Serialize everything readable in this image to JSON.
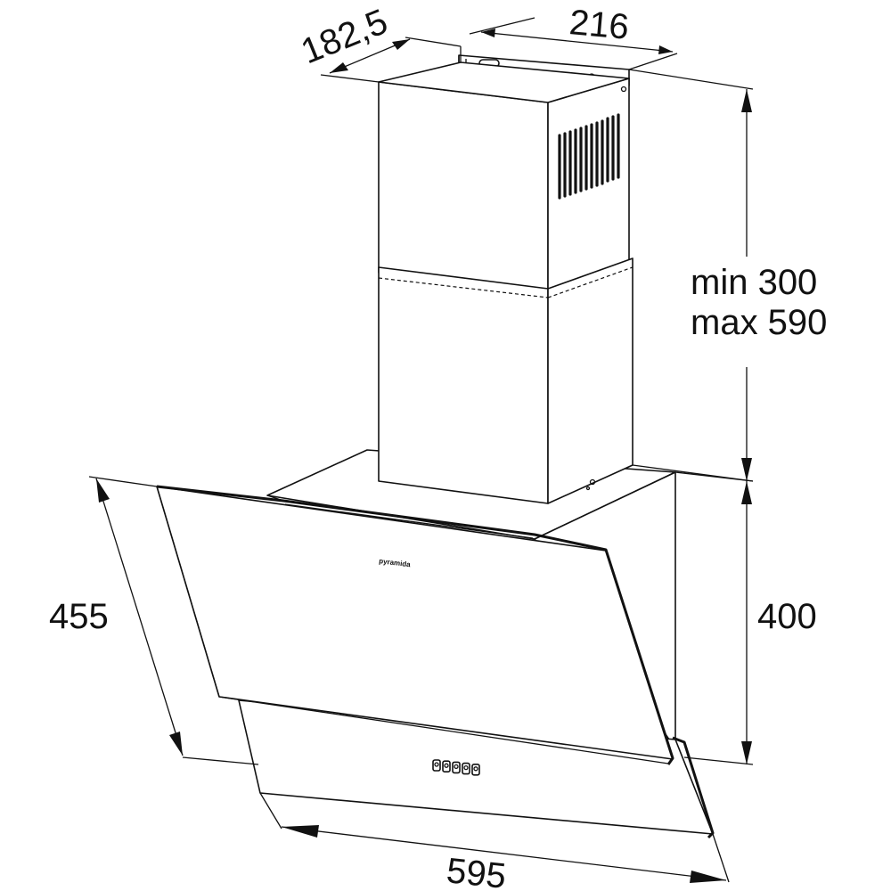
{
  "dimensions": {
    "depth": "182,5",
    "width_top": "216",
    "height_min": "min 300",
    "height_max": "max 590",
    "hood_height": "400",
    "panel_height": "455",
    "width_bottom": "595"
  },
  "brand": "pyramida",
  "control_buttons": 5,
  "line_color": "#111111",
  "background": "#ffffff"
}
